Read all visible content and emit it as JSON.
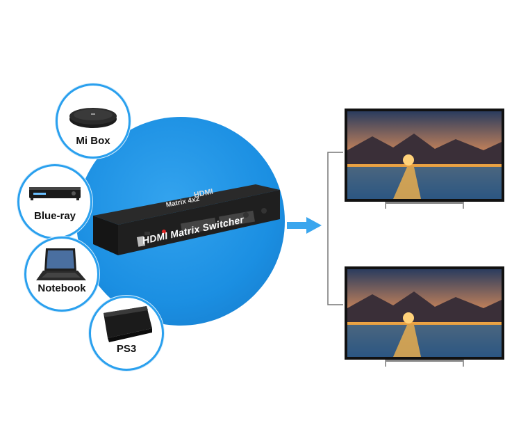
{
  "sources": [
    {
      "label": "Mi Box",
      "icon": "set-top-box-icon"
    },
    {
      "label": "Blue-ray",
      "icon": "bluray-player-icon"
    },
    {
      "label": "Notebook",
      "icon": "laptop-icon"
    },
    {
      "label": "PS3",
      "icon": "game-console-icon"
    }
  ],
  "switcher": {
    "front_brand": "HDMI",
    "front_model": "Matrix 4x2",
    "caption": "HDMI Matrix Switcher"
  },
  "outputs": [
    {
      "icon": "tv-icon"
    },
    {
      "icon": "tv-icon"
    }
  ],
  "colors": {
    "accent_blue": "#1b8fe2",
    "circle_border": "#2aa0ee",
    "arrow_blue": "#3aa6ee"
  }
}
